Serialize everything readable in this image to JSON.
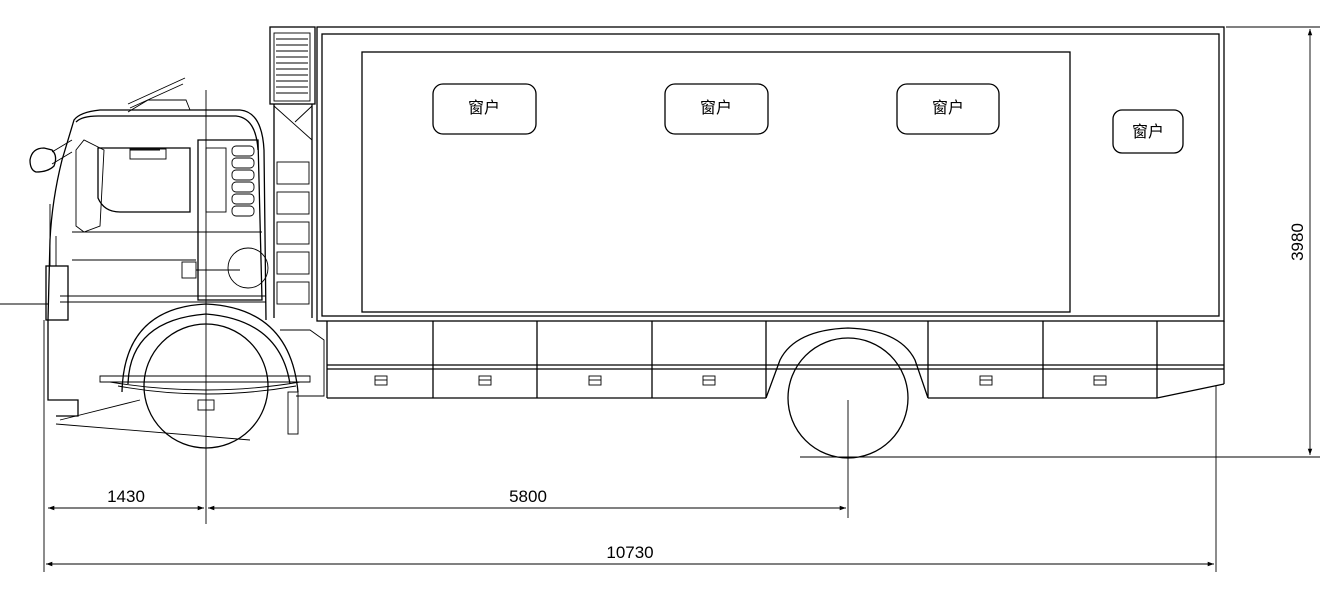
{
  "drawing": {
    "window_label": "窗户",
    "dimensions": {
      "front_overhang": "1430",
      "wheelbase": "5800",
      "overall_length": "10730",
      "overall_height": "3980"
    }
  }
}
